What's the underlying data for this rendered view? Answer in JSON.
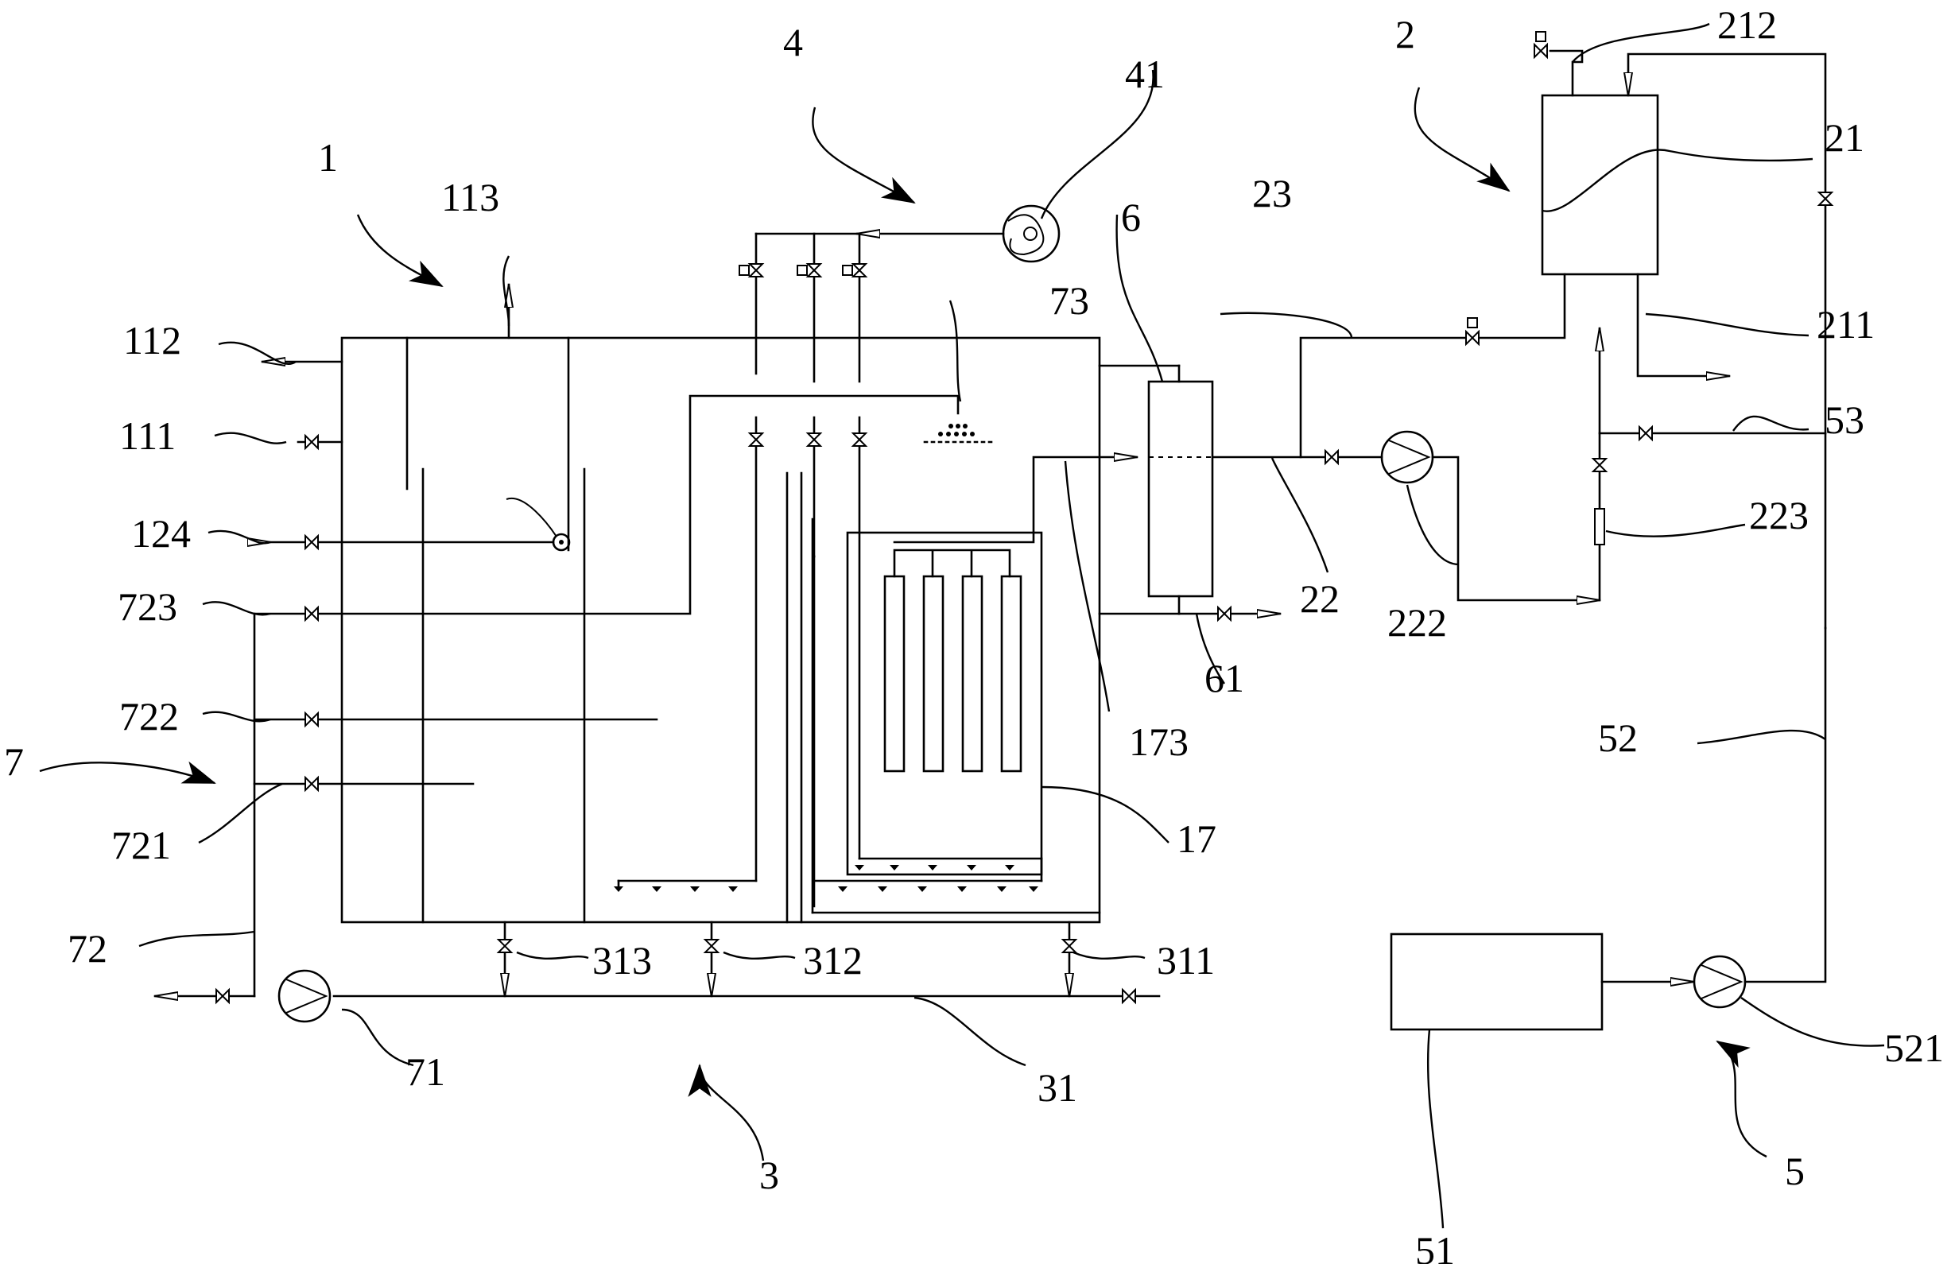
{
  "labels": {
    "l1": "1",
    "l2": "2",
    "l3": "3",
    "l4": "4",
    "l5": "5",
    "l6": "6",
    "l7": "7",
    "l17": "17",
    "l21": "21",
    "l22": "22",
    "l23": "23",
    "l31": "31",
    "l41": "41",
    "l51": "51",
    "l52": "52",
    "l53": "53",
    "l61": "61",
    "l71": "71",
    "l72": "72",
    "l73": "73",
    "l111": "111",
    "l112": "112",
    "l113": "113",
    "l124": "124",
    "l173": "173",
    "l211": "211",
    "l212": "212",
    "l222": "222",
    "l223": "223",
    "l311": "311",
    "l312": "312",
    "l313": "313",
    "l521": "521",
    "l721": "721",
    "l722": "722",
    "l723": "723"
  }
}
